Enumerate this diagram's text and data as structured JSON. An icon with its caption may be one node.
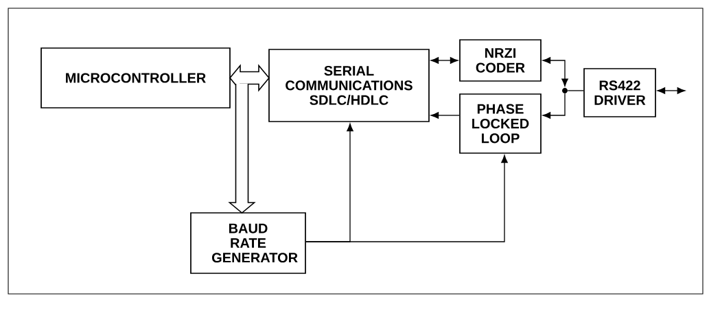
{
  "diagram": {
    "nodes": [
      {
        "text": [
          "MICROCONTROLLER"
        ]
      },
      {
        "text": [
          "SERIAL COMMUNICATIONS SDLC/HDLC"
        ]
      },
      {
        "text": [
          "NRZI CODER"
        ]
      },
      {
        "text": [
          "PHASE LOCKED LOOP"
        ]
      },
      {
        "text": [
          "RS422 DRIVER"
        ]
      },
      {
        "text": [
          "BAUD RATE GENERATOR"
        ]
      },
      {
        "text": [],
        "shape": "circle"
      }
    ],
    "edges": [
      {
        "from": 0,
        "to": 1,
        "arrow": "both",
        "style": "thick"
      },
      {
        "from": 0,
        "to": 5,
        "arrow": "to",
        "style": "thick"
      },
      {
        "from": 5,
        "to": 1,
        "arrow": "to"
      },
      {
        "from": 5,
        "to": 3,
        "arrow": "to"
      },
      {
        "from": 1,
        "to": 2,
        "arrow": "both"
      },
      {
        "from": 3,
        "to": 1,
        "arrow": "to"
      },
      {
        "from": 2,
        "to": 6,
        "arrow": "both"
      },
      {
        "from": 6,
        "to": 3,
        "arrow": "to"
      },
      {
        "from": 6,
        "to": 4,
        "arrow": "none"
      },
      {
        "from": 4,
        "to": null,
        "arrow": "both"
      }
    ]
  }
}
